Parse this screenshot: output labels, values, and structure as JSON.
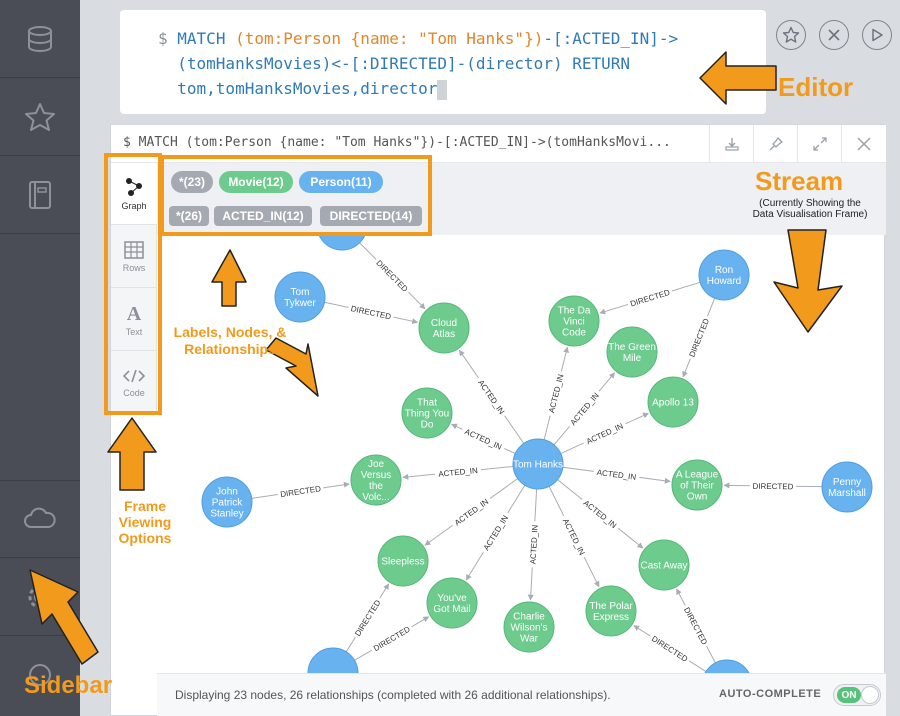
{
  "sidebar": {
    "items": [
      {
        "icon": "database-icon"
      },
      {
        "icon": "star-icon"
      },
      {
        "icon": "book-icon"
      },
      {
        "icon": "cloud-icon"
      },
      {
        "icon": "gear-icon"
      },
      {
        "icon": "about-icon"
      }
    ]
  },
  "editor": {
    "dollar": "$",
    "line1_a": "MATCH ",
    "line1_b": "(tom:Person {name: \"Tom Hanks\"})",
    "line1_c": "-[:ACTED_IN]->",
    "line2_a": "(tomHanksMovies)<-[:DIRECTED]-(director) ",
    "line2_b": "RETURN",
    "line3": "tom,tomHanksMovies,director",
    "buttons": [
      "favorite-star-icon",
      "clear-x-icon",
      "run-play-icon"
    ]
  },
  "frame": {
    "query": "$ MATCH (tom:Person {name: \"Tom Hanks\"})-[:ACTED_IN]->(tomHanksMovi...",
    "header_buttons": [
      "download-icon",
      "pin-icon",
      "expand-icon",
      "close-icon"
    ],
    "tabs": [
      {
        "label": "Graph",
        "icon": "graph-icon"
      },
      {
        "label": "Rows",
        "icon": "table-icon"
      },
      {
        "label": "Text",
        "icon": "text-icon"
      },
      {
        "label": "Code",
        "icon": "code-icon"
      }
    ],
    "labels": [
      {
        "text": "*(23)",
        "color": "#a5aab2"
      },
      {
        "text": "Movie(12)",
        "color": "#6dcb8e"
      },
      {
        "text": "Person(11)",
        "color": "#68b2f0"
      }
    ],
    "relationships": [
      {
        "text": "*(26)"
      },
      {
        "text": "ACTED_IN(12)"
      },
      {
        "text": "DIRECTED(14)"
      }
    ],
    "status_text": "Displaying 23 nodes, 26 relationships (completed with 26 additional relationships).",
    "autocomplete_label": "AUTO-COMPLETE",
    "toggle_label": "ON"
  },
  "graph": {
    "nodes": [
      {
        "id": "tom",
        "label": "Tom Hanks",
        "kind": "person"
      },
      {
        "id": "tykwer",
        "label": "Tom Tykwer",
        "kind": "person"
      },
      {
        "id": "ron",
        "label": "Ron Howard",
        "kind": "person"
      },
      {
        "id": "john",
        "label": "John Patrick Stanley",
        "kind": "person"
      },
      {
        "id": "penny",
        "label": "Penny Marshall",
        "kind": "person"
      },
      {
        "id": "p_top",
        "label": "",
        "kind": "person"
      },
      {
        "id": "p_bl",
        "label": "",
        "kind": "person"
      },
      {
        "id": "p_br",
        "label": "",
        "kind": "person"
      },
      {
        "id": "cloud",
        "label": "Cloud Atlas",
        "kind": "movie"
      },
      {
        "id": "davinci",
        "label": "The Da Vinci Code",
        "kind": "movie"
      },
      {
        "id": "green",
        "label": "The Green Mile",
        "kind": "movie"
      },
      {
        "id": "apollo",
        "label": "Apollo 13",
        "kind": "movie"
      },
      {
        "id": "thing",
        "label": "That Thing You Do",
        "kind": "movie"
      },
      {
        "id": "joe",
        "label": "Joe Versus the Volc...",
        "kind": "movie"
      },
      {
        "id": "league",
        "label": "A League of Their Own",
        "kind": "movie"
      },
      {
        "id": "sleepless",
        "label": "Sleepless",
        "kind": "movie"
      },
      {
        "id": "mail",
        "label": "You've Got Mail",
        "kind": "movie"
      },
      {
        "id": "charlie",
        "label": "Charlie Wilson's War",
        "kind": "movie"
      },
      {
        "id": "polar",
        "label": "The Polar Express",
        "kind": "movie"
      },
      {
        "id": "cast",
        "label": "Cast Away",
        "kind": "movie"
      }
    ],
    "edges": [
      {
        "from": "tom",
        "to": "cloud",
        "label": "ACTED_IN"
      },
      {
        "from": "tom",
        "to": "davinci",
        "label": "ACTED_IN"
      },
      {
        "from": "tom",
        "to": "green",
        "label": "ACTED_IN"
      },
      {
        "from": "tom",
        "to": "apollo",
        "label": "ACTED_IN"
      },
      {
        "from": "tom",
        "to": "thing",
        "label": "ACTED_IN"
      },
      {
        "from": "tom",
        "to": "joe",
        "label": "ACTED_IN"
      },
      {
        "from": "tom",
        "to": "league",
        "label": "ACTED_IN"
      },
      {
        "from": "tom",
        "to": "sleepless",
        "label": "ACTED_IN"
      },
      {
        "from": "tom",
        "to": "mail",
        "label": "ACTED_IN"
      },
      {
        "from": "tom",
        "to": "charlie",
        "label": "ACTED_IN"
      },
      {
        "from": "tom",
        "to": "polar",
        "label": "ACTED_IN"
      },
      {
        "from": "tom",
        "to": "cast",
        "label": "ACTED_IN"
      },
      {
        "from": "tykwer",
        "to": "cloud",
        "label": "DIRECTED"
      },
      {
        "from": "p_top",
        "to": "cloud",
        "label": "DIRECTED"
      },
      {
        "from": "ron",
        "to": "davinci",
        "label": "DIRECTED"
      },
      {
        "from": "ron",
        "to": "apollo",
        "label": "DIRECTED"
      },
      {
        "from": "john",
        "to": "joe",
        "label": "DIRECTED"
      },
      {
        "from": "penny",
        "to": "league",
        "label": "DIRECTED"
      },
      {
        "from": "p_bl",
        "to": "sleepless",
        "label": "DIRECTED"
      },
      {
        "from": "p_bl",
        "to": "mail",
        "label": "DIRECTED"
      },
      {
        "from": "p_br",
        "to": "cast",
        "label": "DIRECTED"
      },
      {
        "from": "p_br",
        "to": "polar",
        "label": "DIRECTED"
      }
    ]
  },
  "annotations": {
    "editor": "Editor",
    "stream": "Stream",
    "stream_sub1": "(Currently Showing the",
    "stream_sub2": "Data Visualisation Frame)",
    "labels_line1": "Labels, Nodes, &",
    "labels_line2": "Relationships",
    "frame_line1": "Frame",
    "frame_line2": "Viewing",
    "frame_line3": "Options",
    "sidebar": "Sidebar",
    "color": "#f29a1c"
  }
}
